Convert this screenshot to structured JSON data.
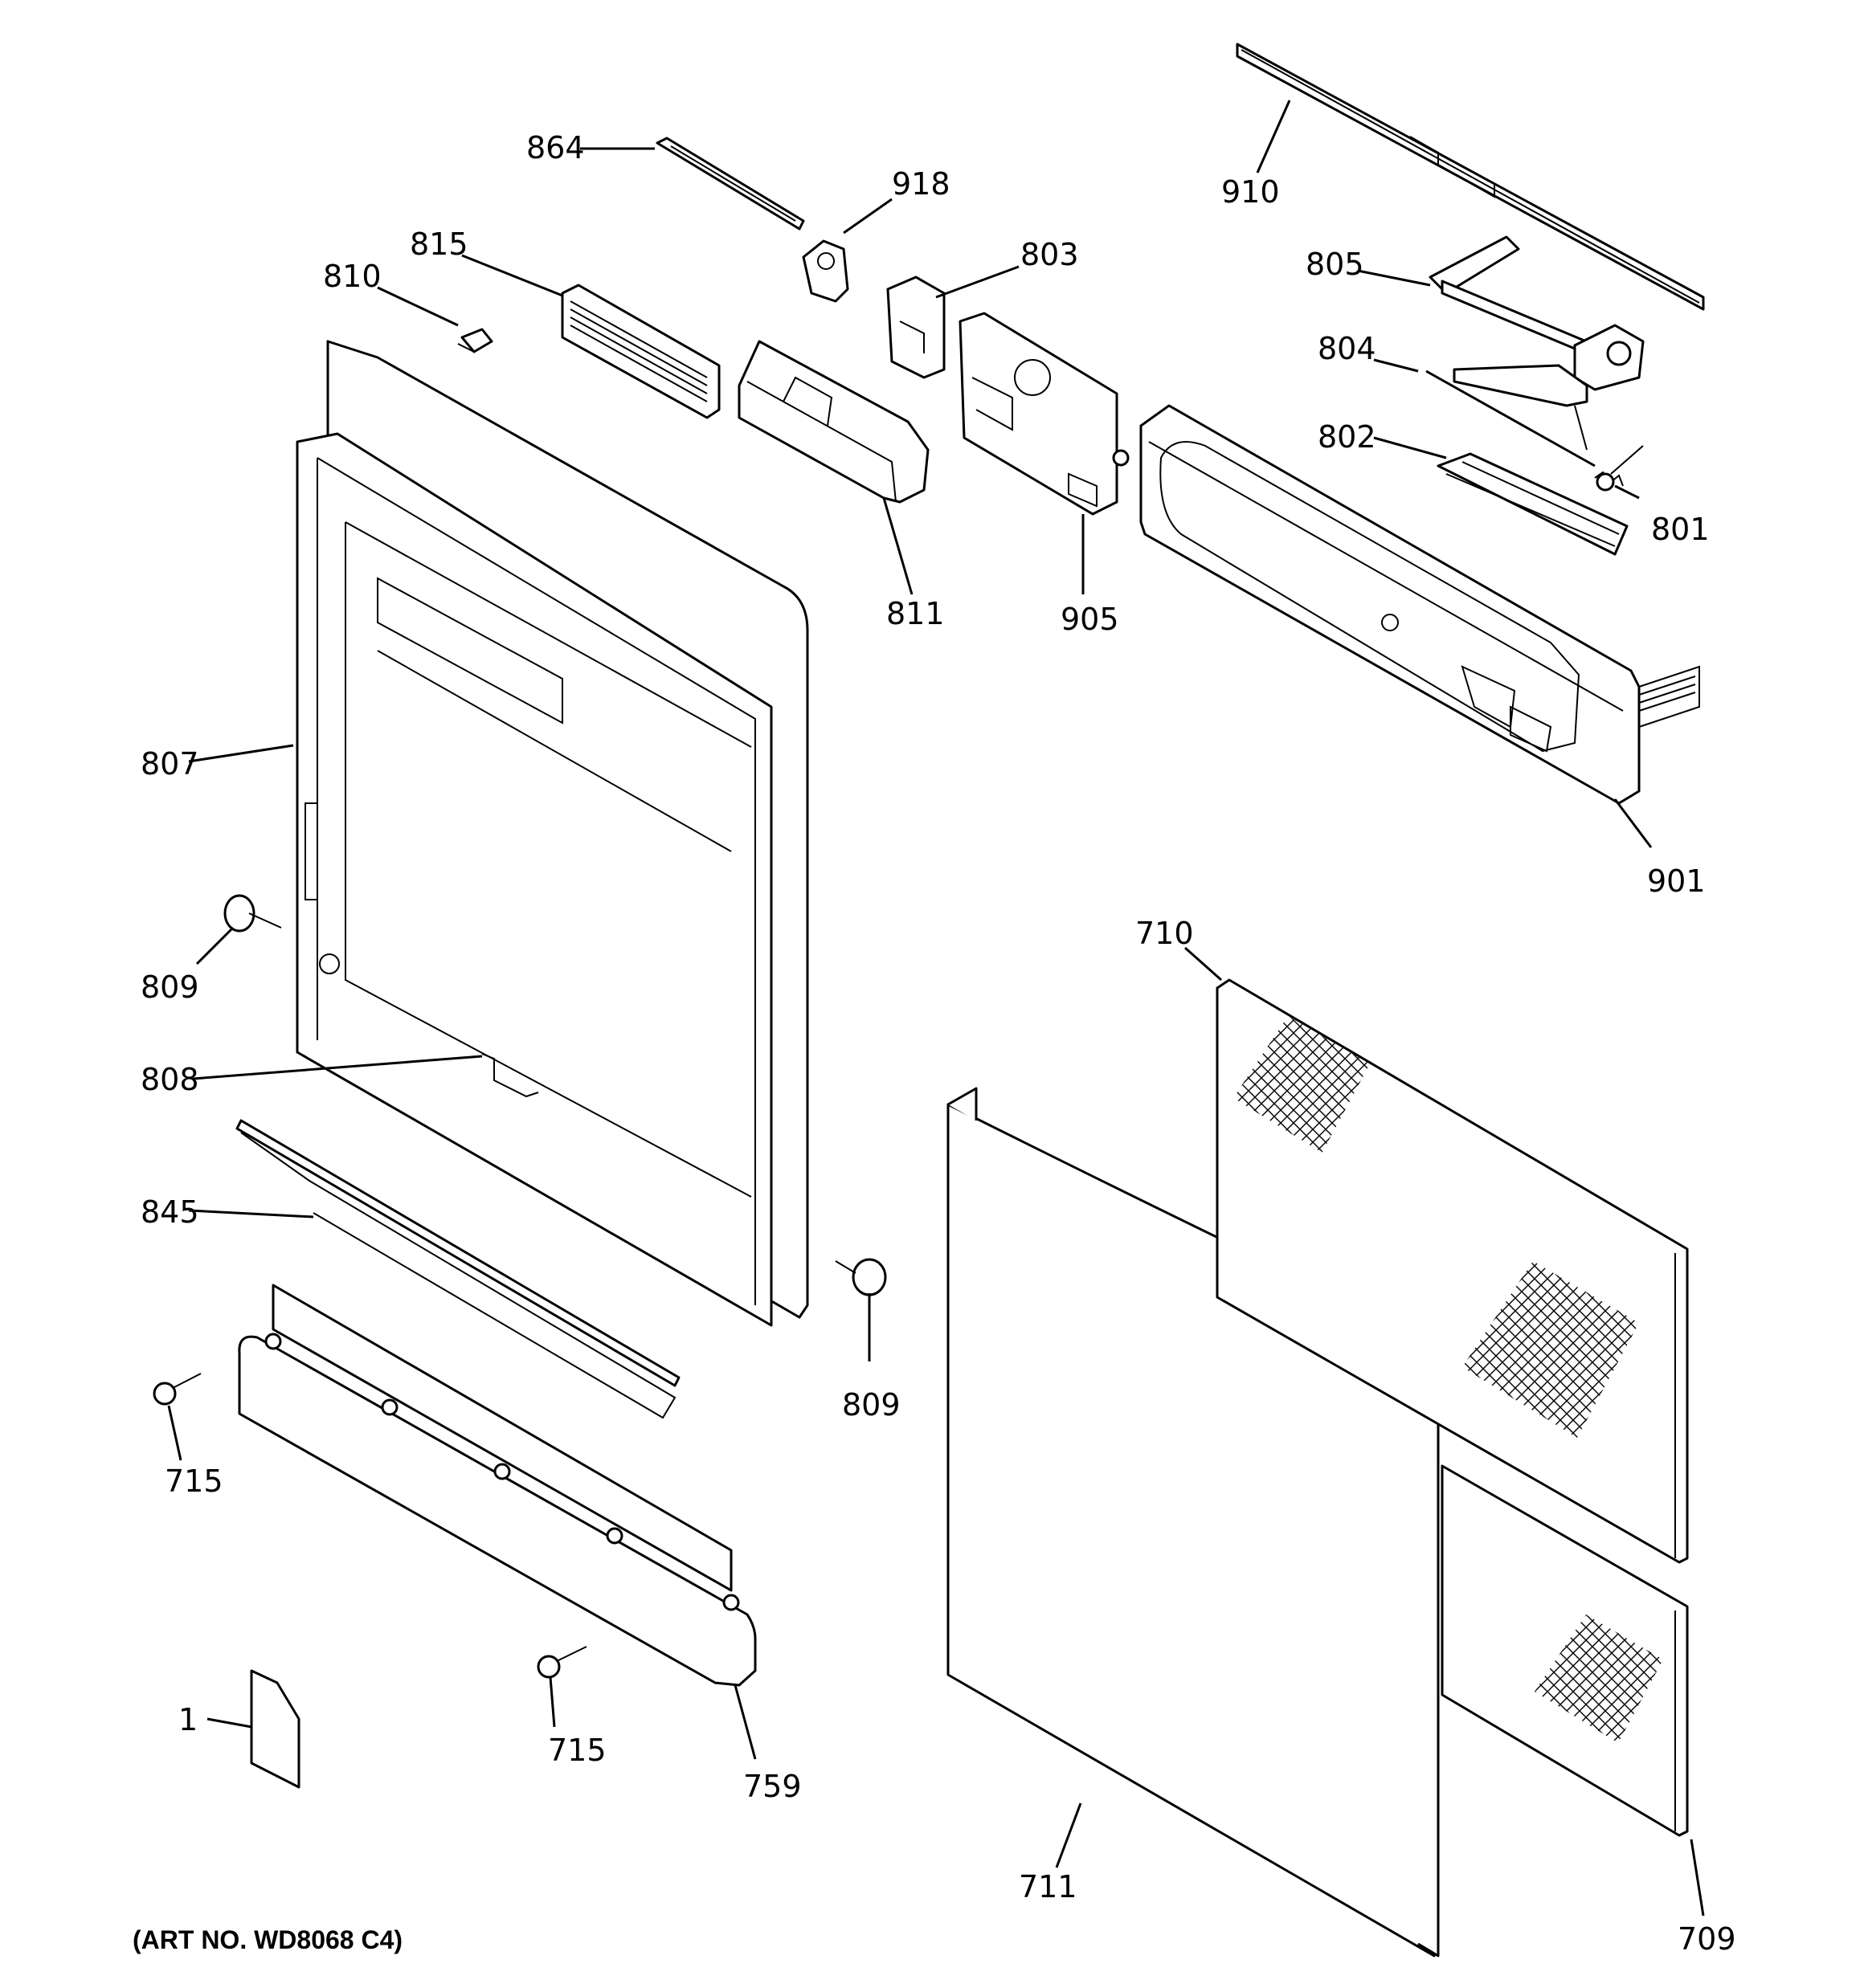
{
  "art_number": "(ART NO. WD8068 C4)",
  "callouts": [
    {
      "id": "864",
      "text": "864"
    },
    {
      "id": "918",
      "text": "918"
    },
    {
      "id": "910",
      "text": "910"
    },
    {
      "id": "815",
      "text": "815"
    },
    {
      "id": "803",
      "text": "803"
    },
    {
      "id": "805",
      "text": "805"
    },
    {
      "id": "810",
      "text": "810"
    },
    {
      "id": "804",
      "text": "804"
    },
    {
      "id": "802",
      "text": "802"
    },
    {
      "id": "801",
      "text": "801"
    },
    {
      "id": "811",
      "text": "811"
    },
    {
      "id": "905",
      "text": "905"
    },
    {
      "id": "807",
      "text": "807"
    },
    {
      "id": "901",
      "text": "901"
    },
    {
      "id": "710",
      "text": "710"
    },
    {
      "id": "809a",
      "text": "809"
    },
    {
      "id": "808",
      "text": "808"
    },
    {
      "id": "845",
      "text": "845"
    },
    {
      "id": "809b",
      "text": "809"
    },
    {
      "id": "715a",
      "text": "715"
    },
    {
      "id": "1",
      "text": "1"
    },
    {
      "id": "715b",
      "text": "715"
    },
    {
      "id": "759",
      "text": "759"
    },
    {
      "id": "711",
      "text": "711"
    },
    {
      "id": "709",
      "text": "709"
    }
  ]
}
